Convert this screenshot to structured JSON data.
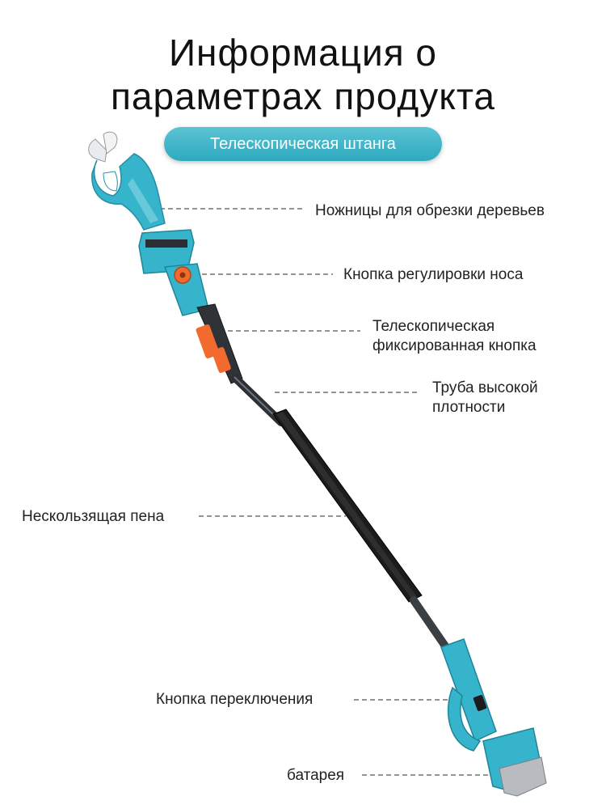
{
  "header": {
    "title_line1": "Информация о",
    "title_line2": "параметрах продукта",
    "subtitle": "Телескопическая штанга"
  },
  "colors": {
    "accent": "#2ea9bf",
    "body_teal": "#35b4cc",
    "pole_dark": "#3a3f44",
    "foam_black": "#1c1c1c",
    "orange": "#f26a2e",
    "battery_gray": "#b8bcc0"
  },
  "callouts": {
    "pruner": "Ножницы для обрезки деревьев",
    "nose_adjust": "Кнопка регулировки носа",
    "lock_line1": "Телескопическая",
    "lock_line2": "фиксированная кнопка",
    "tube_line1": "Труба высокой",
    "tube_line2": "плотности",
    "foam": "Нескользящая пена",
    "switch": "Кнопка переключения",
    "battery": "батарея"
  }
}
